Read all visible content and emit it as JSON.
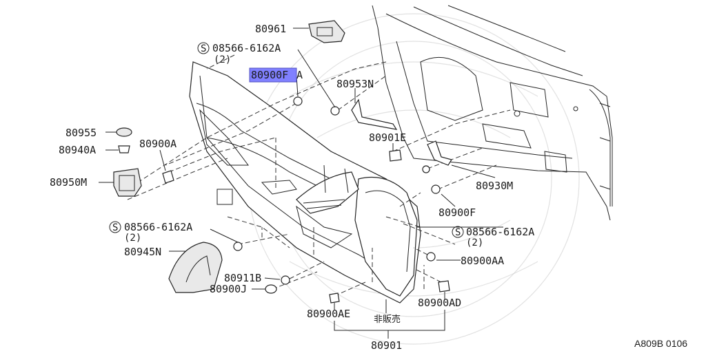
{
  "diagram": {
    "reference_code": "A809B 0106",
    "not_for_sale_note": "非販売",
    "highlight_color": "#8080ff",
    "parts": {
      "p80961": "80961",
      "p08566_top": "08566-6162A",
      "p08566_top_qty": "(2)",
      "p80900FA": "80900F",
      "p80900FA_suffix": "A",
      "p80953N": "80953N",
      "p80955": "80955",
      "p80940A": "80940A",
      "p80900A": "80900A",
      "p80950M": "80950M",
      "p80901E": "80901E",
      "p80930M": "80930M",
      "p80900F": "80900F",
      "p08566_left": "08566-6162A",
      "p08566_left_qty": "(2)",
      "p08566_right": "08566-6162A",
      "p08566_right_qty": "(2)",
      "p80945N": "80945N",
      "p80900AA": "80900AA",
      "p80911B": "80911B",
      "p80900J": "80900J",
      "p80900AE": "80900AE",
      "p80900AD": "80900AD",
      "p80901": "80901"
    }
  }
}
